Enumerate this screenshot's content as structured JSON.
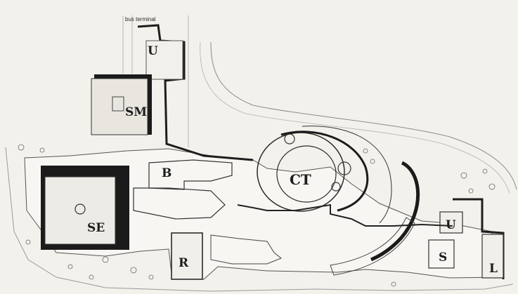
{
  "plan": {
    "caption": "bus terminal",
    "labels": {
      "u_north": "U",
      "sm": "SM",
      "b": "B",
      "ct": "CT",
      "se": "SE",
      "r": "R",
      "u_east": "U",
      "s": "S",
      "l": "L"
    }
  }
}
